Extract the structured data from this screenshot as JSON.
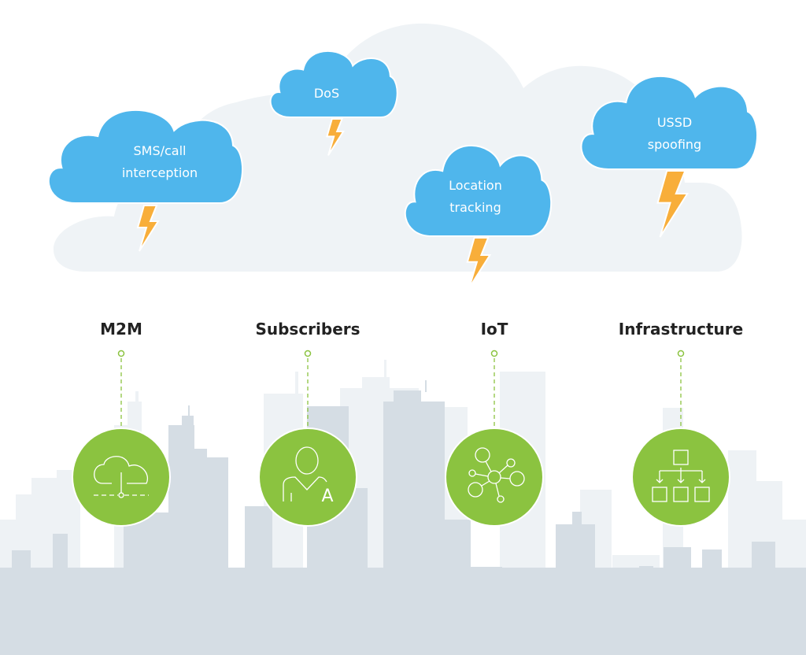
{
  "colors": {
    "background_cloud": "#eff3f6",
    "threat_cloud": "#4fb6ec",
    "lightning": "#f8ae3a",
    "target_circle": "#8bc340",
    "connector": "#8bc340",
    "building_light": "#eef2f5",
    "building_dark": "#d5dde4",
    "label_text": "#222222",
    "icon_stroke": "#ffffff"
  },
  "threats": [
    {
      "id": "sms-call-interception",
      "lines": [
        "SMS/call",
        "interception"
      ]
    },
    {
      "id": "dos",
      "lines": [
        "DoS"
      ]
    },
    {
      "id": "location-tracking",
      "lines": [
        "Location",
        "tracking"
      ]
    },
    {
      "id": "ussd-spoofing",
      "lines": [
        "USSD",
        "spoofing"
      ]
    }
  ],
  "targets": [
    {
      "id": "m2m",
      "label": "M2M",
      "icon": "cloud-network-icon"
    },
    {
      "id": "subscribers",
      "label": "Subscribers",
      "icon": "user-subscriber-icon"
    },
    {
      "id": "iot",
      "label": "IoT",
      "icon": "iot-network-icon"
    },
    {
      "id": "infrastructure",
      "label": "Infrastructure",
      "icon": "hierarchy-icon"
    }
  ]
}
